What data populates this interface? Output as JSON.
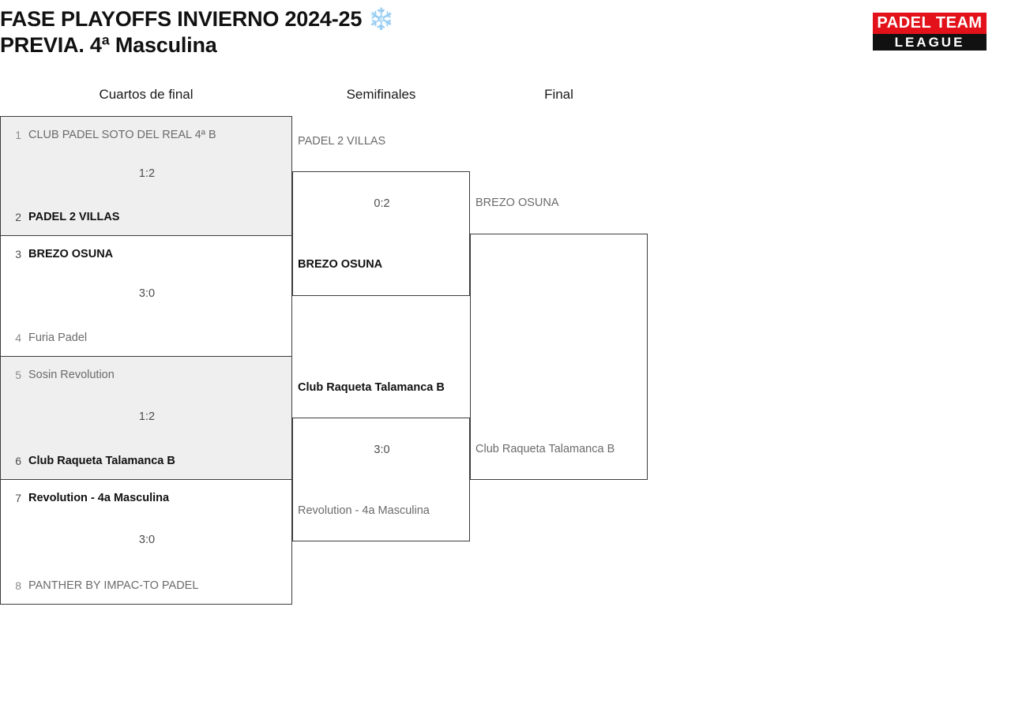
{
  "header": {
    "title": "FASE PLAYOFFS INVIERNO 2024-25 ❄️\nPREVIA. 4ª Masculina",
    "logo": {
      "top_text": "PADEL TEAM",
      "bottom_text": "LEAGUE",
      "red": "#e3121a",
      "black": "#111111"
    }
  },
  "colors": {
    "shade_row": "#efefef",
    "border": "#3c3c3c",
    "winner_text": "#111111",
    "loser_text": "#6b6b6b"
  },
  "rounds": [
    {
      "label": "Cuartos de final"
    },
    {
      "label": "Semifinales"
    },
    {
      "label": "Final"
    }
  ],
  "bracket": {
    "quarterfinals": [
      {
        "score": "1:2",
        "top": {
          "seed": "1",
          "team": "CLUB PADEL SOTO DEL REAL 4ª B",
          "result": "loser"
        },
        "bottom": {
          "seed": "2",
          "team": "PADEL 2 VILLAS",
          "result": "winner"
        }
      },
      {
        "score": "3:0",
        "top": {
          "seed": "3",
          "team": "BREZO OSUNA",
          "result": "winner"
        },
        "bottom": {
          "seed": "4",
          "team": "Furia Padel",
          "result": "loser"
        }
      },
      {
        "score": "1:2",
        "top": {
          "seed": "5",
          "team": "Sosin Revolution",
          "result": "loser"
        },
        "bottom": {
          "seed": "6",
          "team": "Club Raqueta Talamanca B",
          "result": "winner"
        }
      },
      {
        "score": "3:0",
        "top": {
          "seed": "7",
          "team": "Revolution - 4a Masculina",
          "result": "winner"
        },
        "bottom": {
          "seed": "8",
          "team": "PANTHER BY IMPAC-TO PADEL",
          "result": "loser"
        }
      }
    ],
    "semifinals": [
      {
        "score": "0:2",
        "top": {
          "team": "PADEL 2 VILLAS",
          "result": "loser"
        },
        "bottom": {
          "team": "BREZO OSUNA",
          "result": "winner"
        }
      },
      {
        "score": "3:0",
        "top": {
          "team": "Club Raqueta Talamanca B",
          "result": "winner"
        },
        "bottom": {
          "team": "Revolution - 4a Masculina",
          "result": "loser"
        }
      }
    ],
    "final": {
      "score": "",
      "top": {
        "team": "BREZO OSUNA",
        "result": "pending"
      },
      "bottom": {
        "team": "Club Raqueta Talamanca B",
        "result": "pending"
      }
    }
  }
}
